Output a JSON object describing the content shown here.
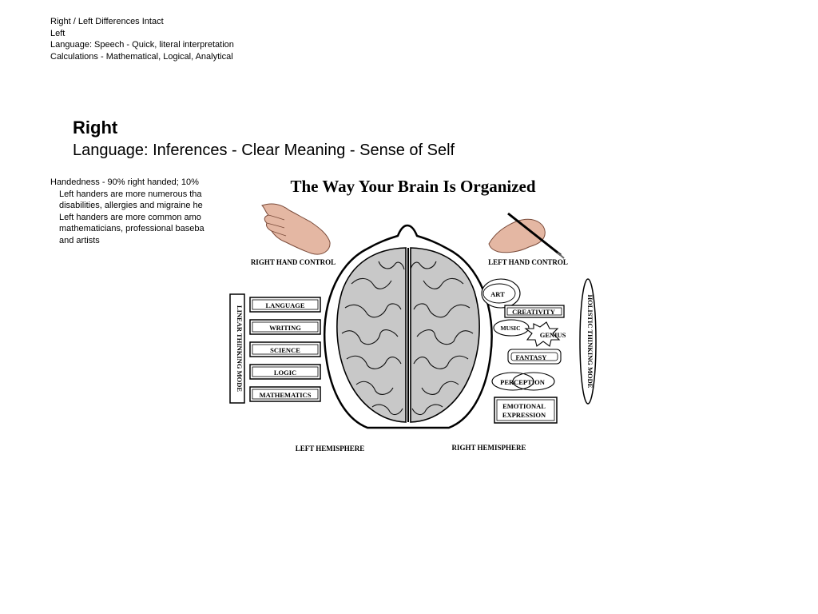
{
  "top_block": {
    "line1": "Right / Left Differences Intact",
    "line2": "Left",
    "line3": "Language:  Speech - Quick, literal interpretation",
    "line4": "Calculations - Mathematical, Logical, Analytical"
  },
  "right_block": {
    "heading": "Right",
    "line": "Language:  Inferences - Clear Meaning - Sense of Self"
  },
  "handedness_block": {
    "line1": "Handedness -  90% right handed; 10%",
    "line2": "Left handers are more numerous tha",
    "line3": "disabilities, allergies and migraine he",
    "line4": "Left handers are more common amo",
    "line5": "mathematicians, professional baseba",
    "line6": "and artists"
  },
  "figure": {
    "title": "The Way Your Brain Is Organized",
    "right_hand_control": "RIGHT HAND CONTROL",
    "left_hand_control": "LEFT HAND CONTROL",
    "linear_mode": "LINEAR THINKING MODE",
    "holistic_mode": "HOLISTIC THINKING MODE",
    "left_items": [
      "LANGUAGE",
      "WRITING",
      "SCIENCE",
      "LOGIC",
      "MATHEMATICS"
    ],
    "art": "ART",
    "creativity": "CREATIVITY",
    "music": "MUSIC",
    "genius": "GENIUS",
    "fantasy": "FANTASY",
    "perception": "PERCEPTION",
    "emotional": "EMOTIONAL",
    "expression": "EXPRESSION",
    "left_hemisphere": "LEFT HEMISPHERE",
    "right_hemisphere": "RIGHT HEMISPHERE"
  }
}
